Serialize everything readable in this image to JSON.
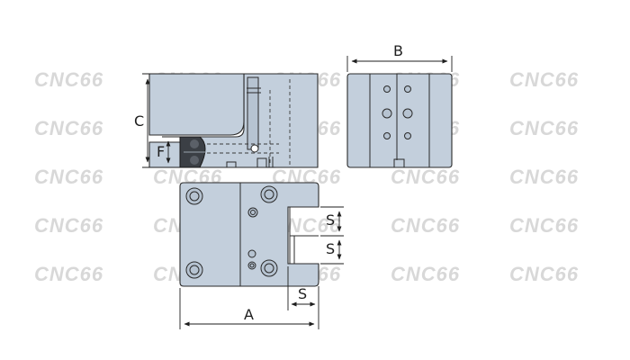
{
  "watermark": {
    "text": "CNC66"
  },
  "dimensions": {
    "a": "A",
    "b": "B",
    "c": "C",
    "f": "F",
    "s_upper": "S",
    "s_lower": "S",
    "s_bottom": "S"
  },
  "colors": {
    "part_fill": "#c3cfdc",
    "outline": "#2a2a2a",
    "watermark": "#d8d8d8",
    "dark_insert": "#3b3f45"
  }
}
